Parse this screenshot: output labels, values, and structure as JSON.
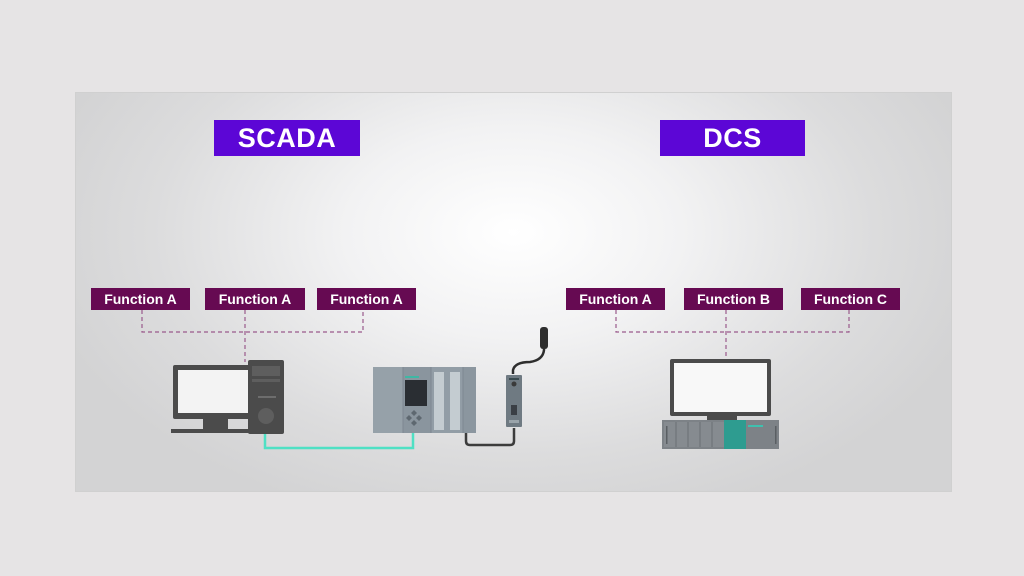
{
  "scada": {
    "title": "SCADA",
    "functions": [
      "Function A",
      "Function A",
      "Function A"
    ]
  },
  "dcs": {
    "title": "DCS",
    "functions": [
      "Function A",
      "Function B",
      "Function C"
    ]
  },
  "colors": {
    "title_bg": "#5c06d6",
    "function_bg": "#660a52",
    "network_cable": "#4fe0c4",
    "connector_dashed": "#9a5a8c",
    "device_gray": "#4b4b4b",
    "plc_gray": "#8e9aa3",
    "dcs_teal": "#2e9c90"
  }
}
